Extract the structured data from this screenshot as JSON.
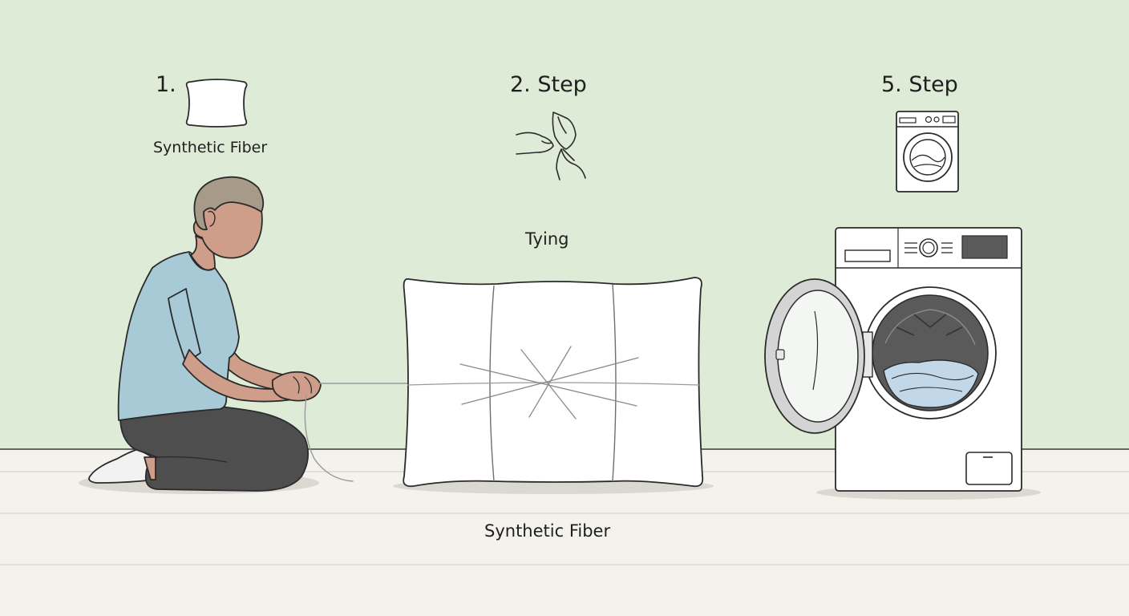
{
  "steps": {
    "step1": {
      "number_label": "1.",
      "caption": "Synthetic Fiber"
    },
    "step2": {
      "title": "2. Step",
      "caption": "Tying"
    },
    "step3": {
      "title": "5. Step"
    }
  },
  "footer": {
    "caption": "Synthetic Fiber"
  },
  "icons": {
    "step1": "pillow-icon",
    "step2": "tying-hands-icon",
    "step3": "washing-machine-icon"
  },
  "colors": {
    "wall": "#deebd6",
    "floor": "#f4f2ec",
    "shirt": "#a8cad6",
    "pants": "#4e4e4e",
    "skin": "#cf9e8a",
    "hair": "#a89a88",
    "pillow": "#ffffff",
    "machine_window": "#5a5a5a"
  }
}
